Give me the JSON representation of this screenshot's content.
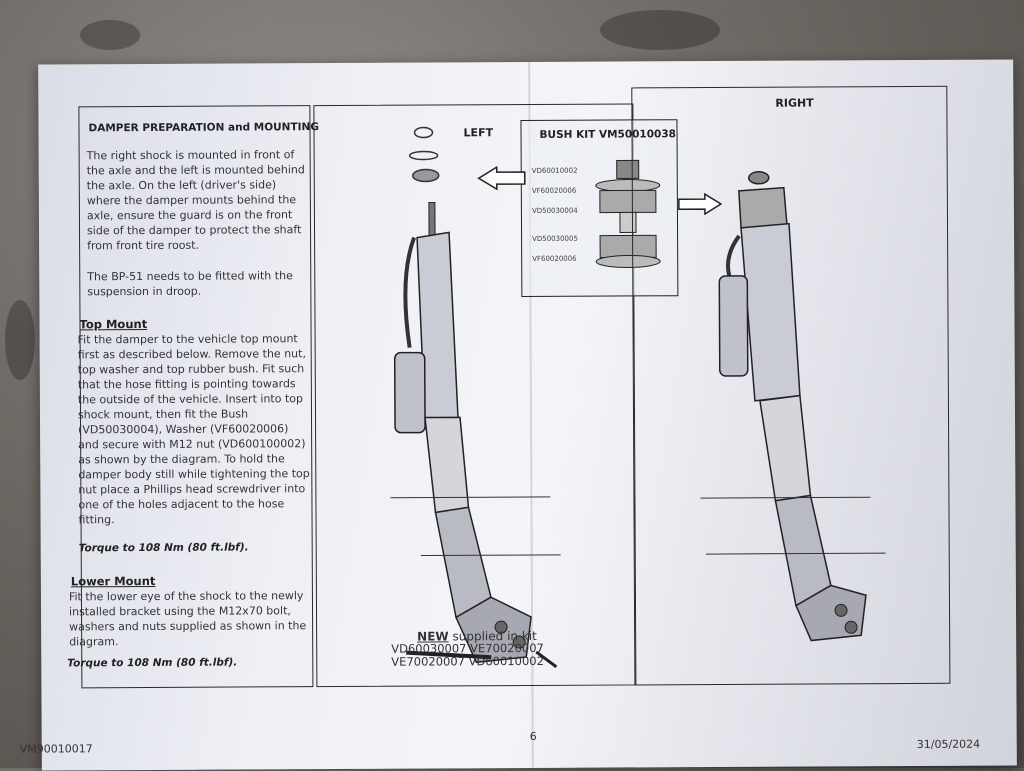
{
  "document": {
    "section_title": "DAMPER PREPARATION and MOUNTING",
    "intro": "The right shock is mounted in front of the axle and the left is mounted behind the axle. On the left (driver's side) where the damper mounts behind the axle, ensure the guard is on the front side of the damper to protect the shaft from front tire roost.",
    "droop_note": "The BP-51 needs to be fitted with the suspension in droop.",
    "top_mount": {
      "heading": "Top Mount",
      "body": "Fit the damper to the vehicle top mount first as described below. Remove the nut, top washer and top rubber bush. Fit such that the hose fitting is pointing towards the outside of the vehicle. Insert into top shock mount, then fit the Bush (VD50030004), Washer (VF60020006) and secure with M12 nut (VD600100002) as shown by the diagram. To hold the damper body still while tightening the top nut place a Phillips head screwdriver into one of the holes adjacent to the hose fitting.",
      "torque": "Torque to 108 Nm (80 ft.lbf)."
    },
    "lower_mount": {
      "heading": "Lower Mount",
      "body": "Fit the lower eye of the shock to the newly installed bracket using the M12x70 bolt, washers and nuts supplied as shown in the diagram.",
      "torque": "Torque to 108 Nm (80 ft.lbf)."
    }
  },
  "diagram": {
    "left_label": "LEFT",
    "right_label": "RIGHT",
    "bush_kit_title": "BUSH KIT VM50010038",
    "bush_kit_parts": [
      "VD60010002",
      "VF60020006",
      "VD50030004",
      "VD50030005",
      "VF60020006"
    ],
    "new_label": "NEW",
    "supplied_text": "supplied in kit",
    "kit_parts": [
      "VD60030007",
      "VE70020007",
      "VE70020007",
      "VD60010002"
    ]
  },
  "footer": {
    "doc_code": "VM90010017",
    "page_number": "6",
    "date": "31/05/2024"
  }
}
